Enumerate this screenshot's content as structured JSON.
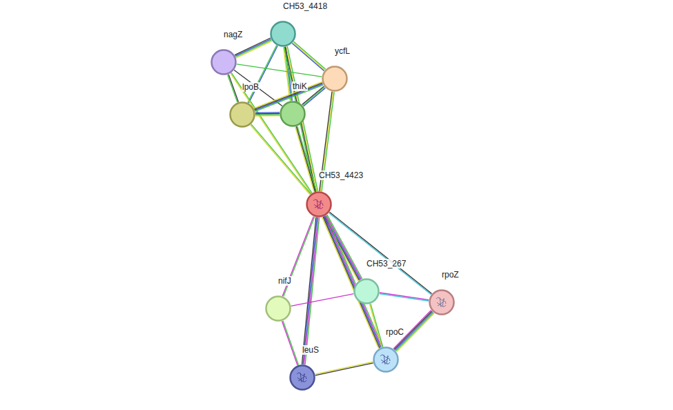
{
  "diagram": {
    "nodes": [
      {
        "text": [
          "CH53_4418"
        ]
      },
      {
        "text": [
          "nagZ"
        ]
      },
      {
        "text": [
          "ycfL"
        ]
      },
      {
        "text": [
          "lpoB"
        ]
      },
      {
        "text": [
          "thiK"
        ]
      },
      {
        "text": [
          "CH53_4423"
        ]
      },
      {
        "text": [
          "CH53_267"
        ]
      },
      {
        "text": [
          "rpoZ"
        ]
      },
      {
        "text": [
          "nifJ"
        ]
      },
      {
        "text": [
          "rpoC"
        ]
      },
      {
        "text": [
          "leuS"
        ]
      }
    ],
    "edges": [
      {
        "from": 0,
        "to": 1,
        "arrow": "none"
      },
      {
        "from": 0,
        "to": 2,
        "arrow": "none"
      },
      {
        "from": 0,
        "to": 3,
        "arrow": "none"
      },
      {
        "from": 0,
        "to": 4,
        "arrow": "none"
      },
      {
        "from": 0,
        "to": 5,
        "arrow": "none"
      },
      {
        "from": 1,
        "to": 2,
        "arrow": "none"
      },
      {
        "from": 1,
        "to": 3,
        "arrow": "none"
      },
      {
        "from": 1,
        "to": 4,
        "arrow": "none"
      },
      {
        "from": 1,
        "to": 5,
        "arrow": "none"
      },
      {
        "from": 2,
        "to": 3,
        "arrow": "none"
      },
      {
        "from": 2,
        "to": 4,
        "arrow": "none"
      },
      {
        "from": 2,
        "to": 5,
        "arrow": "none"
      },
      {
        "from": 3,
        "to": 4,
        "arrow": "none"
      },
      {
        "from": 3,
        "to": 5,
        "arrow": "none"
      },
      {
        "from": 4,
        "to": 5,
        "arrow": "none"
      },
      {
        "from": 5,
        "to": 6,
        "arrow": "none"
      },
      {
        "from": 5,
        "to": 7,
        "arrow": "none"
      },
      {
        "from": 5,
        "to": 8,
        "arrow": "none"
      },
      {
        "from": 5,
        "to": 9,
        "arrow": "none"
      },
      {
        "from": 5,
        "to": 10,
        "arrow": "none"
      },
      {
        "from": 6,
        "to": 7,
        "arrow": "none"
      },
      {
        "from": 6,
        "to": 8,
        "arrow": "none"
      },
      {
        "from": 6,
        "to": 9,
        "arrow": "none"
      },
      {
        "from": 7,
        "to": 9,
        "arrow": "none"
      },
      {
        "from": 8,
        "to": 10,
        "arrow": "none"
      },
      {
        "from": 9,
        "to": 10,
        "arrow": "none"
      }
    ]
  }
}
